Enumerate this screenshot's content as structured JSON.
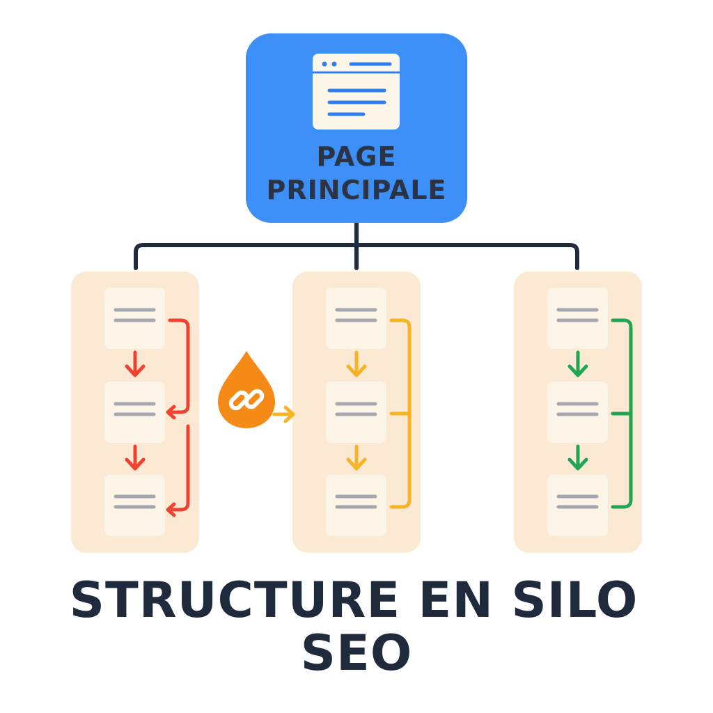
{
  "main_page": {
    "label_line1": "PAGE",
    "label_line2": "PRINCIPALE",
    "icon": "browser-window-icon",
    "color": "#3b8ff6"
  },
  "connector_color": "#1f2a3d",
  "silos": [
    {
      "name": "silo-1",
      "color": "#ee4330",
      "pages": 3,
      "link_style": "arrows"
    },
    {
      "name": "silo-2",
      "color": "#f6b324",
      "pages": 3,
      "link_style": "bracket"
    },
    {
      "name": "silo-3",
      "color": "#22a553",
      "pages": 3,
      "link_style": "bracket"
    }
  ],
  "link_juice": {
    "icon": "link-drop-icon",
    "color": "#f68a16"
  },
  "colors": {
    "silo_background": "#fbe9d4",
    "page_card": "#fdf4e8",
    "page_line": "#a5a7ae"
  },
  "title": {
    "line1": "STRUCTURE EN SILO",
    "line2": "SEO"
  }
}
